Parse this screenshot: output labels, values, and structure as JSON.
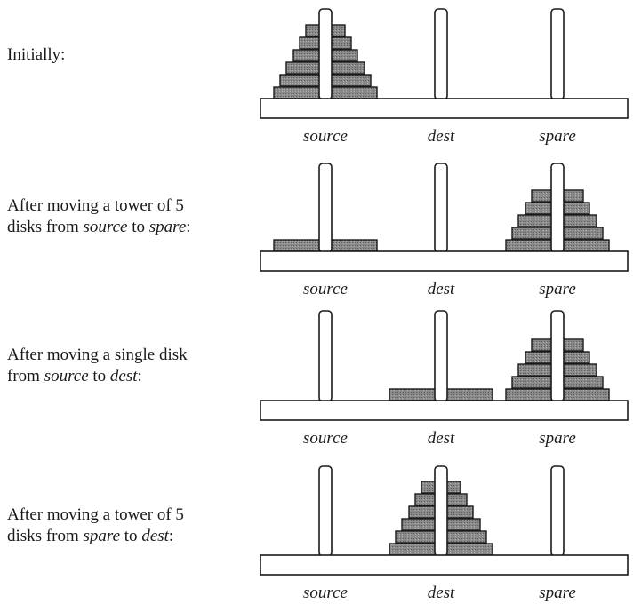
{
  "panels": [
    {
      "caption": [
        [
          {
            "t": "Initially:",
            "i": false
          }
        ]
      ],
      "towers": [
        6,
        0,
        0
      ],
      "labels": [
        "source",
        "dest",
        "spare"
      ]
    },
    {
      "caption": [
        [
          {
            "t": "After moving a tower of 5",
            "i": false
          }
        ],
        [
          {
            "t": "disks from ",
            "i": false
          },
          {
            "t": "source",
            "i": true
          },
          {
            "t": " to ",
            "i": false
          },
          {
            "t": "spare",
            "i": true
          },
          {
            "t": ":",
            "i": false
          }
        ]
      ],
      "towers": [
        1,
        0,
        5
      ],
      "labels": [
        "source",
        "dest",
        "spare"
      ]
    },
    {
      "caption": [
        [
          {
            "t": "After moving a single disk",
            "i": false
          }
        ],
        [
          {
            "t": "from ",
            "i": false
          },
          {
            "t": "source",
            "i": true
          },
          {
            "t": " to ",
            "i": false
          },
          {
            "t": "dest",
            "i": true
          },
          {
            "t": ":",
            "i": false
          }
        ]
      ],
      "towers": [
        0,
        1,
        5
      ],
      "labels": [
        "source",
        "dest",
        "spare"
      ]
    },
    {
      "caption": [
        [
          {
            "t": "After moving a tower of 5",
            "i": false
          }
        ],
        [
          {
            "t": "disks from ",
            "i": false
          },
          {
            "t": "spare",
            "i": true
          },
          {
            "t": " to ",
            "i": false
          },
          {
            "t": "dest",
            "i": true
          },
          {
            "t": ":",
            "i": false
          }
        ]
      ],
      "towers": [
        0,
        6,
        0
      ],
      "labels": [
        "source",
        "dest",
        "spare"
      ]
    }
  ],
  "colors": {
    "disk_fill": "#8a8a8a",
    "outline": "#1a1a1a",
    "peg_fill": "#ffffff"
  }
}
